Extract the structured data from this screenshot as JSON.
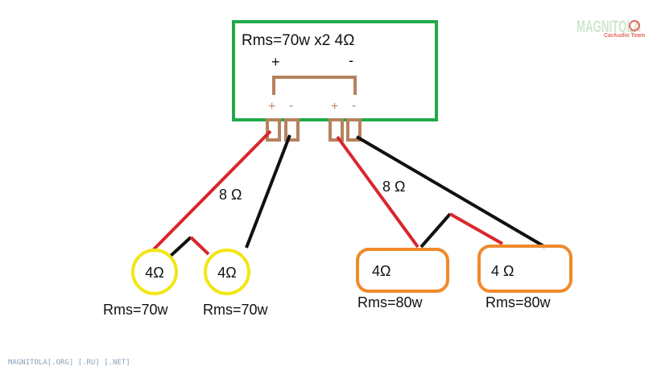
{
  "amplifier": {
    "spec": "Rms=70w x2 4Ω",
    "plus": "+",
    "minus": "-",
    "terminal_plus": "+",
    "terminal_minus": "-"
  },
  "left_pair": {
    "impedance_label": "8 Ω",
    "speaker_1": {
      "impedance": "4Ω",
      "power": "Rms=70w"
    },
    "speaker_2": {
      "impedance": "4Ω",
      "power": "Rms=70w"
    }
  },
  "right_pair": {
    "impedance_label": "8 Ω",
    "speaker_1": {
      "impedance": "4Ω",
      "power": "Rms=80w"
    },
    "speaker_2": {
      "impedance": "4 Ω",
      "power": "Rms=80w"
    }
  },
  "logo": {
    "name": "MAGNITOLA",
    "tagline": "CarAudio Team"
  },
  "watermark": "MAGNITOLA[.ORG] [.RU] [.NET]",
  "colors": {
    "amp_border": "#22a94a",
    "bridge": "#b5825e",
    "terminal": "#b5825e",
    "red_wire": "#d9262c",
    "black_wire": "#111111",
    "yellow_speaker": "#f2e614",
    "orange_speaker": "#ef8a2b"
  }
}
